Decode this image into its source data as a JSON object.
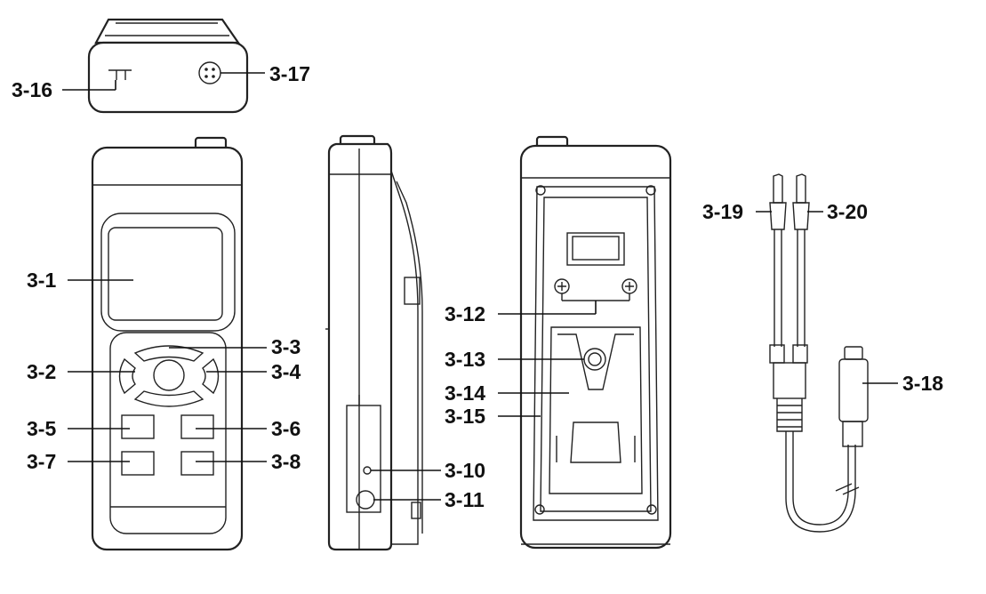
{
  "diagram": {
    "labels": {
      "l3_1": "3-1",
      "l3_2": "3-2",
      "l3_3": "3-3",
      "l3_4": "3-4",
      "l3_5": "3-5",
      "l3_6": "3-6",
      "l3_7": "3-7",
      "l3_8": "3-8",
      "l3_10": "3-10",
      "l3_11": "3-11",
      "l3_12": "3-12",
      "l3_13": "3-13",
      "l3_14": "3-14",
      "l3_15": "3-15",
      "l3_16": "3-16",
      "l3_17": "3-17",
      "l3_18": "3-18",
      "l3_19": "3-19",
      "l3_20": "3-20"
    }
  }
}
